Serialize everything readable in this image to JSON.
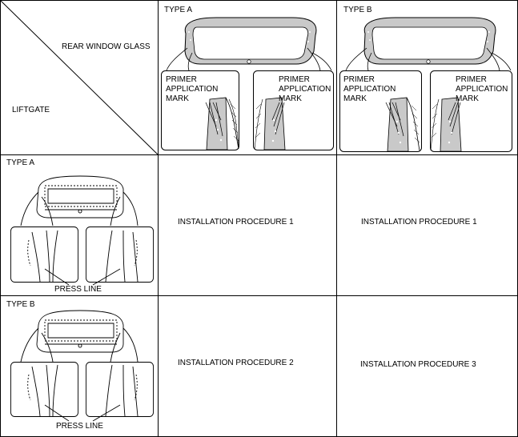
{
  "header": {
    "column_label": "REAR WINDOW GLASS",
    "row_label": "LIFTGATE"
  },
  "columns": [
    {
      "type_label": "TYPE A",
      "callout_left": "PRIMER APPLICATION MARK",
      "callout_left_lines": [
        "PRIMER",
        "APPLICATION",
        "MARK"
      ],
      "callout_right_lines": [
        "PRIMER",
        "APPLICATION",
        "MARK"
      ]
    },
    {
      "type_label": "TYPE B",
      "callout_left_lines": [
        "PRIMER",
        "APPLICATION",
        "MARK"
      ],
      "callout_right_lines": [
        "PRIMER",
        "APPLICATION",
        "MARK"
      ]
    }
  ],
  "rows": [
    {
      "type_label": "TYPE A",
      "press_line": "PRESS LINE",
      "procedures": [
        "INSTALLATION PROCEDURE 1",
        "INSTALLATION PROCEDURE 1"
      ]
    },
    {
      "type_label": "TYPE B",
      "press_line": "PRESS LINE",
      "procedures": [
        "INSTALLATION PROCEDURE 2",
        "INSTALLATION PROCEDURE 3"
      ]
    }
  ],
  "colors": {
    "line": "#000000",
    "glass_fill": "#c9c9c9",
    "background": "#ffffff"
  }
}
